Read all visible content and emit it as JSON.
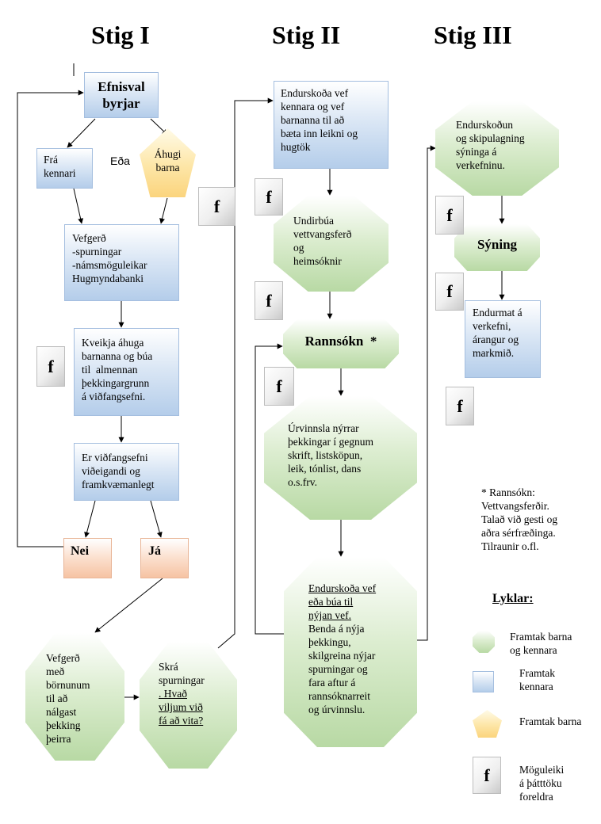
{
  "stages": [
    "Stig I",
    "Stig II",
    "Stig III"
  ],
  "nodes": {
    "efnisval": [
      "Efnisval",
      "byrjar"
    ],
    "fra_kennari": [
      "Frá",
      "kennari"
    ],
    "eda": "Eða",
    "ahugi_barna": [
      "Áhugi",
      "barna"
    ],
    "vefgerd": [
      "Vefgerð",
      "-spurningar",
      "-námsmöguleikar",
      "Hugmyndabanki"
    ],
    "kveikja": [
      "Kveikja áhuga",
      "barnanna og búa",
      "til  almennan",
      "þekkingargrunn",
      "á viðfangsefni."
    ],
    "er_vidfangsefni": [
      "Er viðfangsefni",
      "viðeigandi og",
      "framkvæmanlegt"
    ],
    "nei": "Nei",
    "ja": "Já",
    "vefgerd_med": [
      "Vefgerð",
      "með",
      "börnunum",
      "til að",
      "nálgast",
      "þekking",
      "þeirra"
    ],
    "skra_1": [
      "Skrá",
      "spurningar"
    ],
    "skra_2": [
      ". Hvað",
      "viljum við",
      "fá að vita?"
    ],
    "endurskoda_vef": [
      "Endurskoða vef",
      "kennara og vef",
      "barnanna til að",
      "bæta inn leikni og",
      "hugtök"
    ],
    "undirbua": [
      "Undirbúa",
      "vettvangsferð",
      "og",
      "heimsóknir"
    ],
    "rannsokn": "Rannsókn  *",
    "urvinnsla": [
      "Úrvinnsla nýrrar",
      "þekkingar í gegnum",
      "skrift, listsköpun,",
      "leik, tónlist, dans",
      "o.s.frv."
    ],
    "endurskoda_2_underlined": [
      "Endurskoða vef",
      "eða búa til",
      "nýjan vef."
    ],
    "endurskoda_2_rest": [
      "Benda á nýja",
      "þekkingu,",
      "skilgreina nýjar",
      "spurningar og",
      "fara aftur á",
      "rannsóknarreit",
      "og úrvinnslu."
    ],
    "endurskodun": [
      "Endurskoðun",
      "og skipulagning",
      "sýninga á",
      "verkefninu."
    ],
    "syning": "Sýning",
    "endurmat": [
      "Endurmat á",
      "verkefni,",
      "árangur og",
      "markmið."
    ]
  },
  "f_label": "f",
  "note": [
    "* Rannsókn:",
    "Vettvangsferðir.",
    "Talað við gesti og",
    "aðra sérfræðinga.",
    "Tilraunir o.fl."
  ],
  "legend": {
    "title": "Lyklar:",
    "items": [
      {
        "shape": "octagon",
        "text": [
          "Framtak barna",
          "og kennara"
        ]
      },
      {
        "shape": "square",
        "text": [
          "Framtak",
          "kennara"
        ]
      },
      {
        "shape": "pentagon",
        "text": [
          "Framtak barna"
        ]
      },
      {
        "shape": "f-box",
        "text": [
          "Möguleiki",
          "á þátttöku",
          "foreldra"
        ]
      }
    ]
  },
  "colors": {
    "teacher_blue": "#b4cdea",
    "children_teacher_green": "#b8d9a4",
    "children_yellow": "#fbd47d",
    "decision_salmon": "#f6c3a3",
    "arrow": "#000000"
  }
}
